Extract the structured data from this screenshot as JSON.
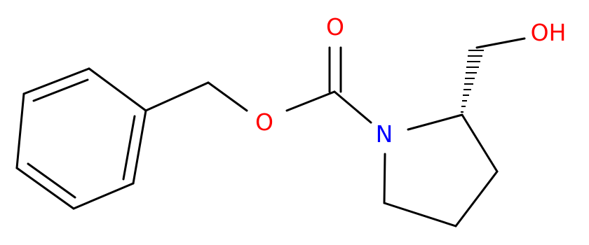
{
  "molecule": {
    "atoms": {
      "carbonyl_oxygen": "O",
      "ester_oxygen": "O",
      "ring_nitrogen": "N",
      "hydroxyl": "OH"
    },
    "colors": {
      "bond": "#000000",
      "oxygen": "#ff0000",
      "nitrogen": "#0000ff"
    }
  }
}
